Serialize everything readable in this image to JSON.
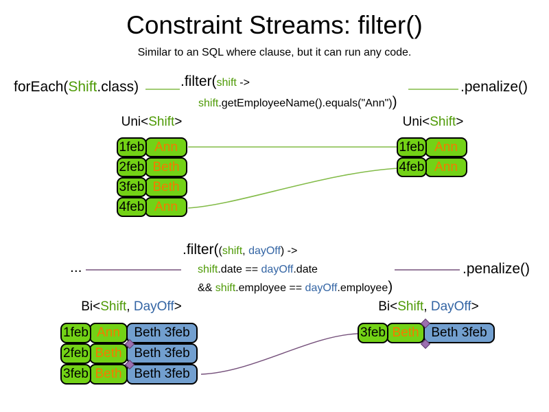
{
  "title": "Constraint Streams: filter()",
  "subtitle": "Similar to an SQL where clause, but it can run any code.",
  "colors": {
    "cell_green": "#73d216",
    "cell_blue": "#729fcf",
    "code_green": "#4e9a06",
    "code_blue": "#3465a4",
    "name_orange": "#f57900",
    "line_green": "#82bb47",
    "line_purple": "#75507b"
  },
  "section_uni": {
    "foreach": {
      "pre": "forEach(",
      "type": "Shift",
      "post": ".class)"
    },
    "filter": {
      "open": ".filter(",
      "param": "shift",
      "arrow": " ->",
      "body_param": "shift",
      "body": ".getEmployeeName().equals(\"Ann\")",
      "close": ")"
    },
    "penalize": ".penalize()",
    "header": {
      "pre": "Uni<",
      "type": "Shift",
      "post": ">"
    },
    "left_rows": [
      {
        "date": "1feb",
        "name": "Ann"
      },
      {
        "date": "2feb",
        "name": "Beth"
      },
      {
        "date": "3feb",
        "name": "Beth"
      },
      {
        "date": "4feb",
        "name": "Ann"
      }
    ],
    "right_rows": [
      {
        "date": "1feb",
        "name": "Ann"
      },
      {
        "date": "4feb",
        "name": "Ann"
      }
    ]
  },
  "section_bi": {
    "ellipsis": "...",
    "filter": {
      "open": ".filter(",
      "paren": "(",
      "param1": "shift",
      "comma": ", ",
      "param2": "dayOff",
      "paren_close": ")",
      "arrow": " ->",
      "l2_p1": "shift",
      "l2_m1": ".date == ",
      "l2_p2": "dayOff",
      "l2_m2": ".date",
      "l3_pre": "&& ",
      "l3_p1": "shift",
      "l3_m1": ".employee == ",
      "l3_p2": "dayOff",
      "l3_m2": ".employee",
      "close": ")"
    },
    "penalize": ".penalize()",
    "header": {
      "pre": "Bi<",
      "type1": "Shift",
      "comma": ", ",
      "type2": "DayOff",
      "post": ">"
    },
    "left_rows": [
      {
        "date": "1feb",
        "name": "Ann",
        "pair": "Beth 3feb"
      },
      {
        "date": "2feb",
        "name": "Beth",
        "pair": "Beth 3feb"
      },
      {
        "date": "3feb",
        "name": "Beth",
        "pair": "Beth 3feb"
      }
    ],
    "right_rows": [
      {
        "date": "3feb",
        "name": "Beth",
        "pair": "Beth 3feb"
      }
    ]
  }
}
